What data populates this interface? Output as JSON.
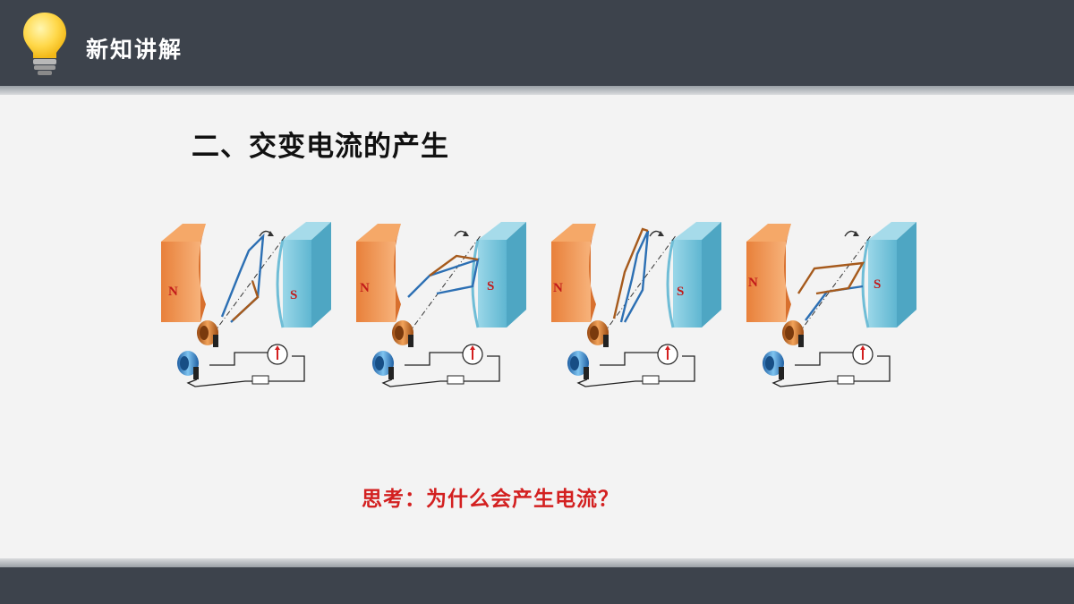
{
  "header": {
    "title": "新知讲解",
    "icon": "lightbulb-icon"
  },
  "section": {
    "title": "二、交变电流的产生"
  },
  "figures": {
    "north_label": "N",
    "south_label": "S",
    "count": 4
  },
  "question": {
    "text": "思考：为什么会产生电流？"
  },
  "colors": {
    "bar": "#3d434c",
    "accent_red": "#d32020",
    "magnet_north": "#f0954e",
    "magnet_south": "#77c6df",
    "coil_blue": "#2c6fb3",
    "coil_brown": "#a65a1c"
  }
}
